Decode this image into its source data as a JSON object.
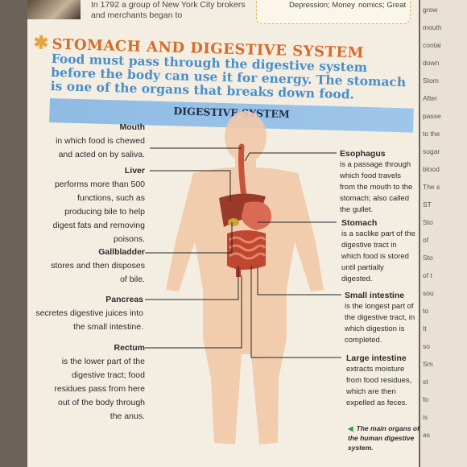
{
  "top_text": "In 1792 a group of New York City brokers and merchants began to",
  "top_box_left": "Depression; Money",
  "top_box_right": "nomics; Great",
  "title": "STOMACH AND DIGESTIVE SYSTEM",
  "intro": "Food must pass through the digestive system before the body can use it for energy. The stomach is one of the organs that breaks down food.",
  "diagram_title": "DIGESTIVE SYSTEM",
  "labels": {
    "mouth": {
      "name": "Mouth",
      "desc": "in which food is chewed and acted on by saliva."
    },
    "liver": {
      "name": "Liver",
      "desc": "performs more than 500 functions, such as producing bile to help digest fats and removing poisons."
    },
    "gallbladder": {
      "name": "Gallbladder",
      "desc": "stores and then disposes of bile."
    },
    "pancreas": {
      "name": "Pancreas",
      "desc": "secretes digestive juices into the small intestine."
    },
    "rectum": {
      "name": "Rectum",
      "desc": "is the lower part of the digestive tract; food residues pass from here out of the body through the anus."
    },
    "esophagus": {
      "name": "Esophagus",
      "desc": "is a passage through which food travels from the mouth to the stomach; also called the gullet."
    },
    "stomach": {
      "name": "Stomach",
      "desc": "is a saclike part of the digestive tract in which food is stored until partially digested."
    },
    "small_intestine": {
      "name": "Small intestine",
      "desc": "is the longest part of the digestive tract, in which digestion is completed."
    },
    "large_intestine": {
      "name": "Large intestine",
      "desc": "extracts moisture from food residues, which are then expelled as feces."
    }
  },
  "caption": "The main organs of the human digestive system.",
  "side_text": [
    "grow",
    "mouth",
    "contai",
    "down",
    "Stom",
    "After",
    "passe",
    "to the",
    "sugar",
    "blood",
    "The s",
    "ST",
    "Sto",
    "of",
    "Sto",
    "of t",
    "sou",
    "to",
    "It",
    "so",
    "Sm",
    "st",
    "fo",
    "is",
    "as"
  ]
}
